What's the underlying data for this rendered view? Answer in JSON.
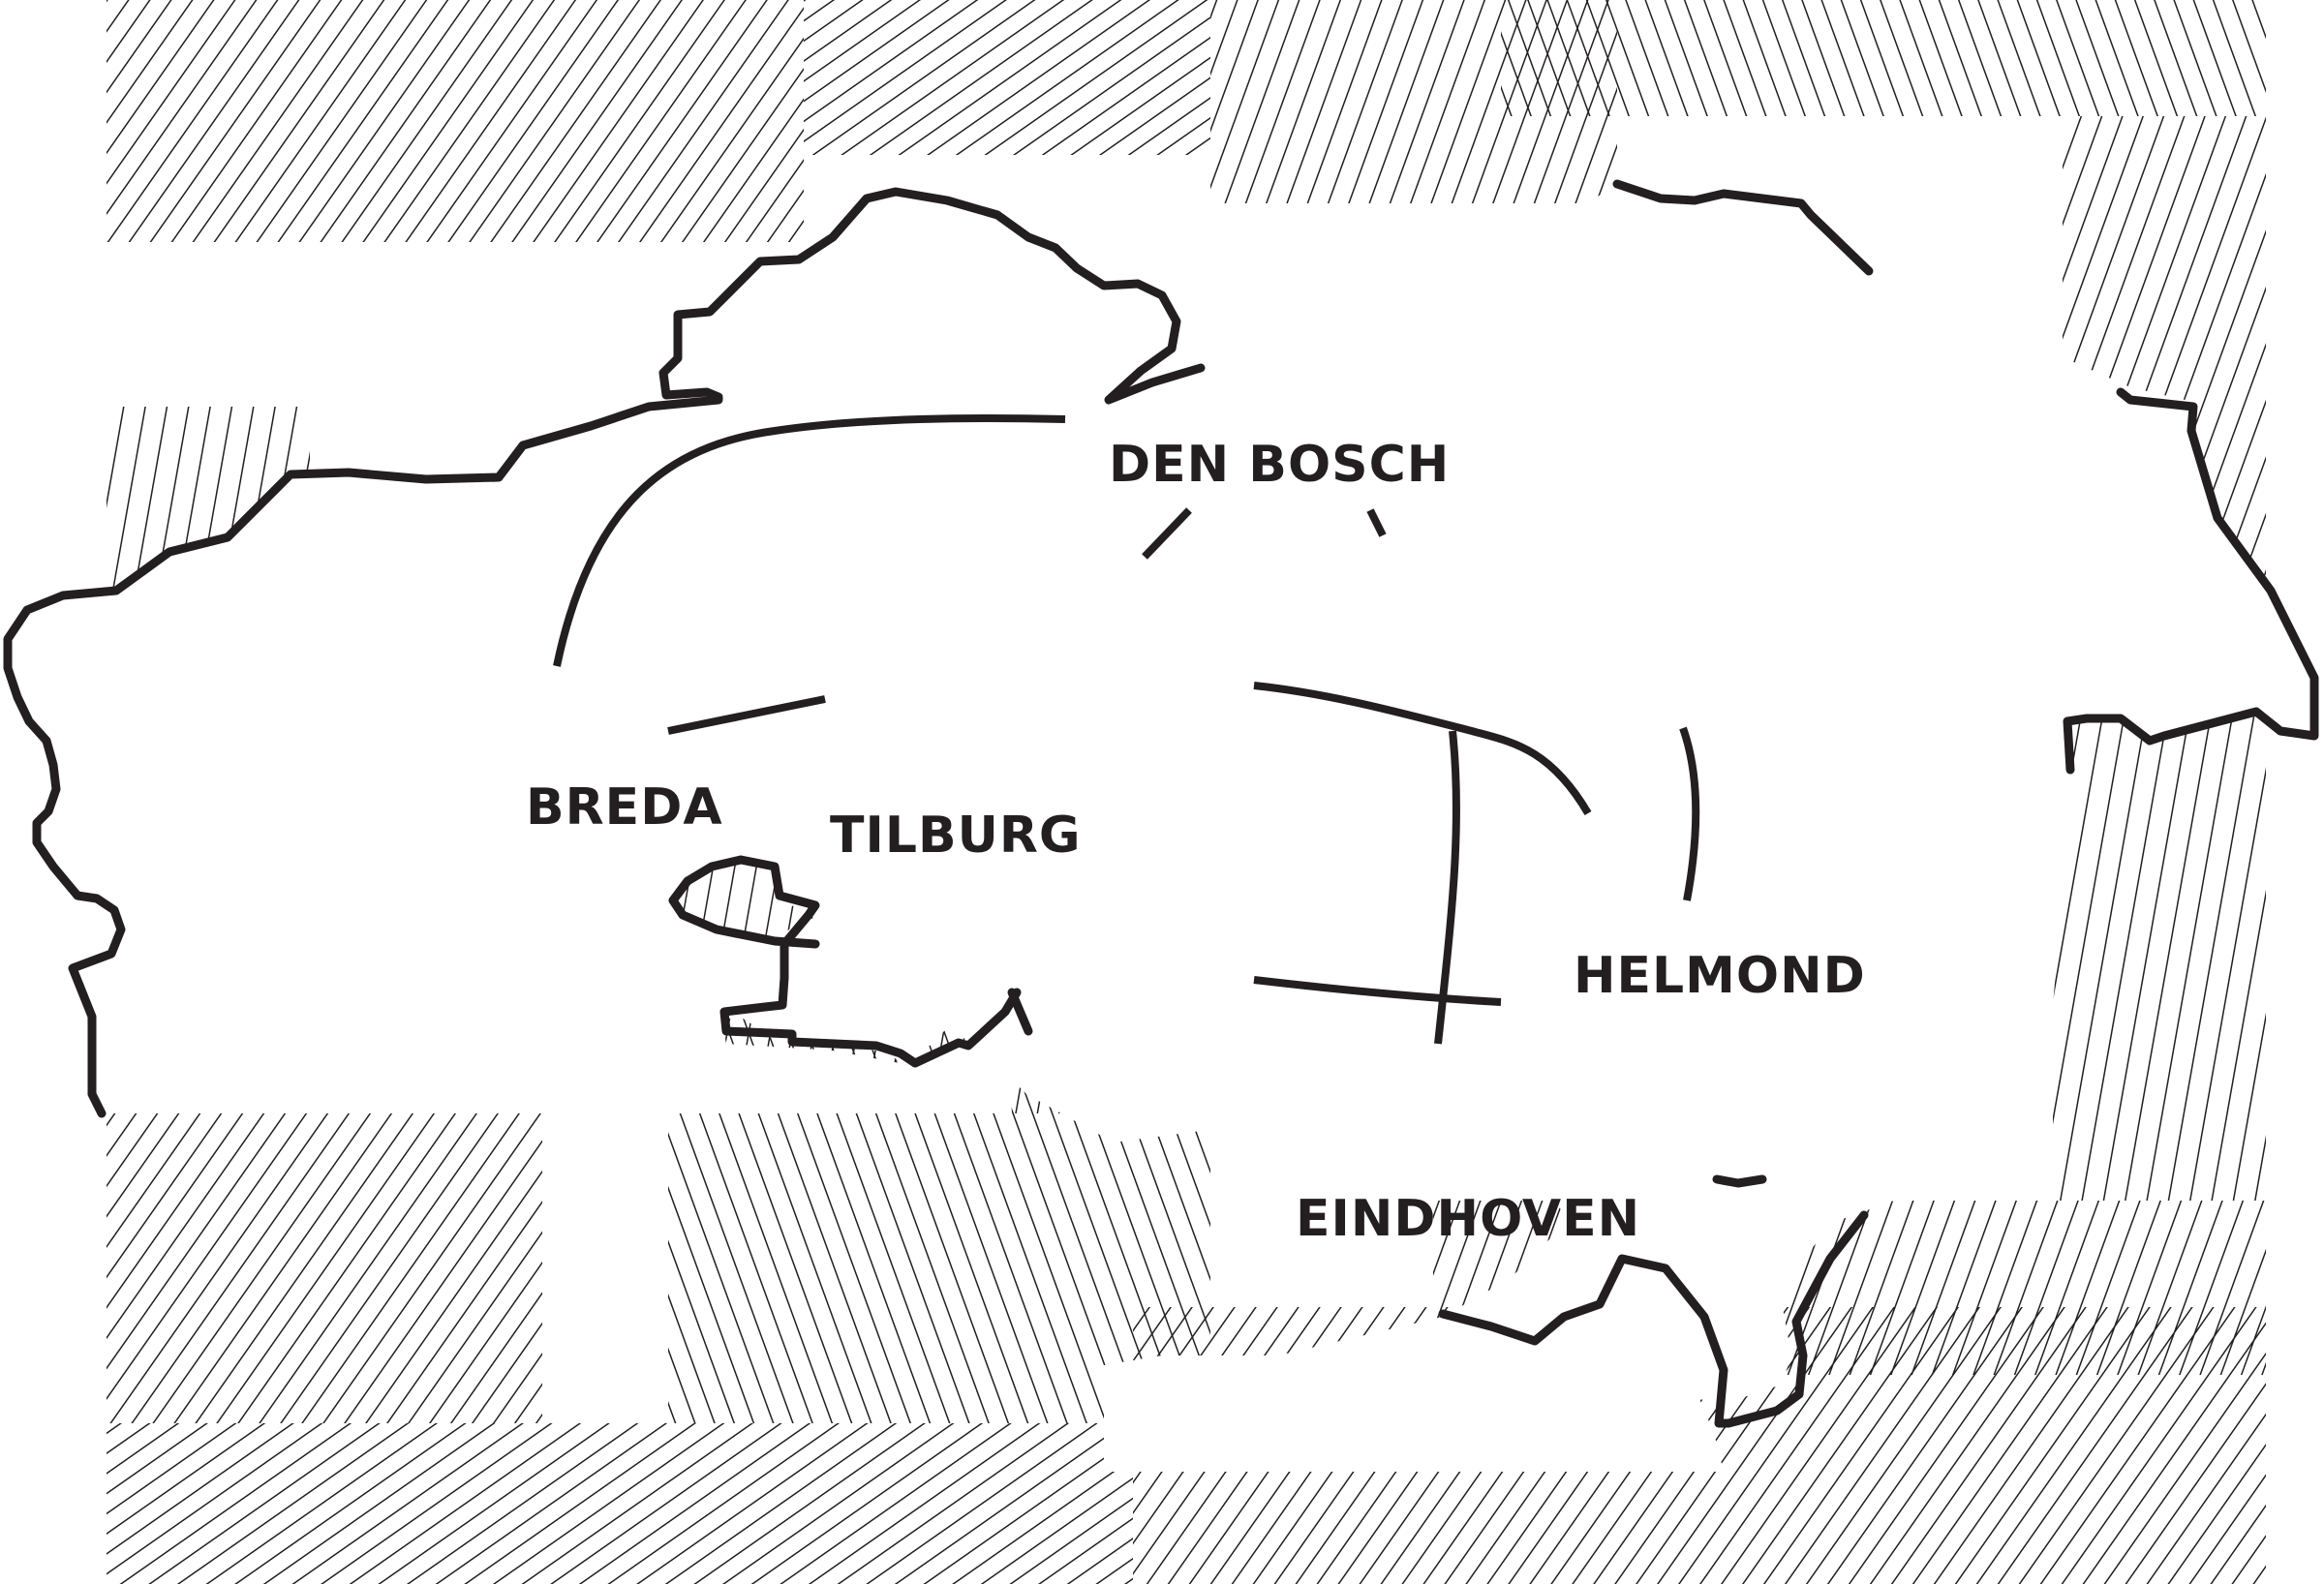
{
  "map": {
    "cities": [
      {
        "key": "den-bosch",
        "name": "DEN BOSCH"
      },
      {
        "key": "breda",
        "name": "BREDA"
      },
      {
        "key": "tilburg",
        "name": "TILBURG"
      },
      {
        "key": "helmond",
        "name": "HELMOND"
      },
      {
        "key": "eindhoven",
        "name": "EINDHOVEN"
      }
    ],
    "colors": {
      "ink": "#231f20",
      "background": "#ffffff",
      "hatch": "#231f20"
    }
  }
}
